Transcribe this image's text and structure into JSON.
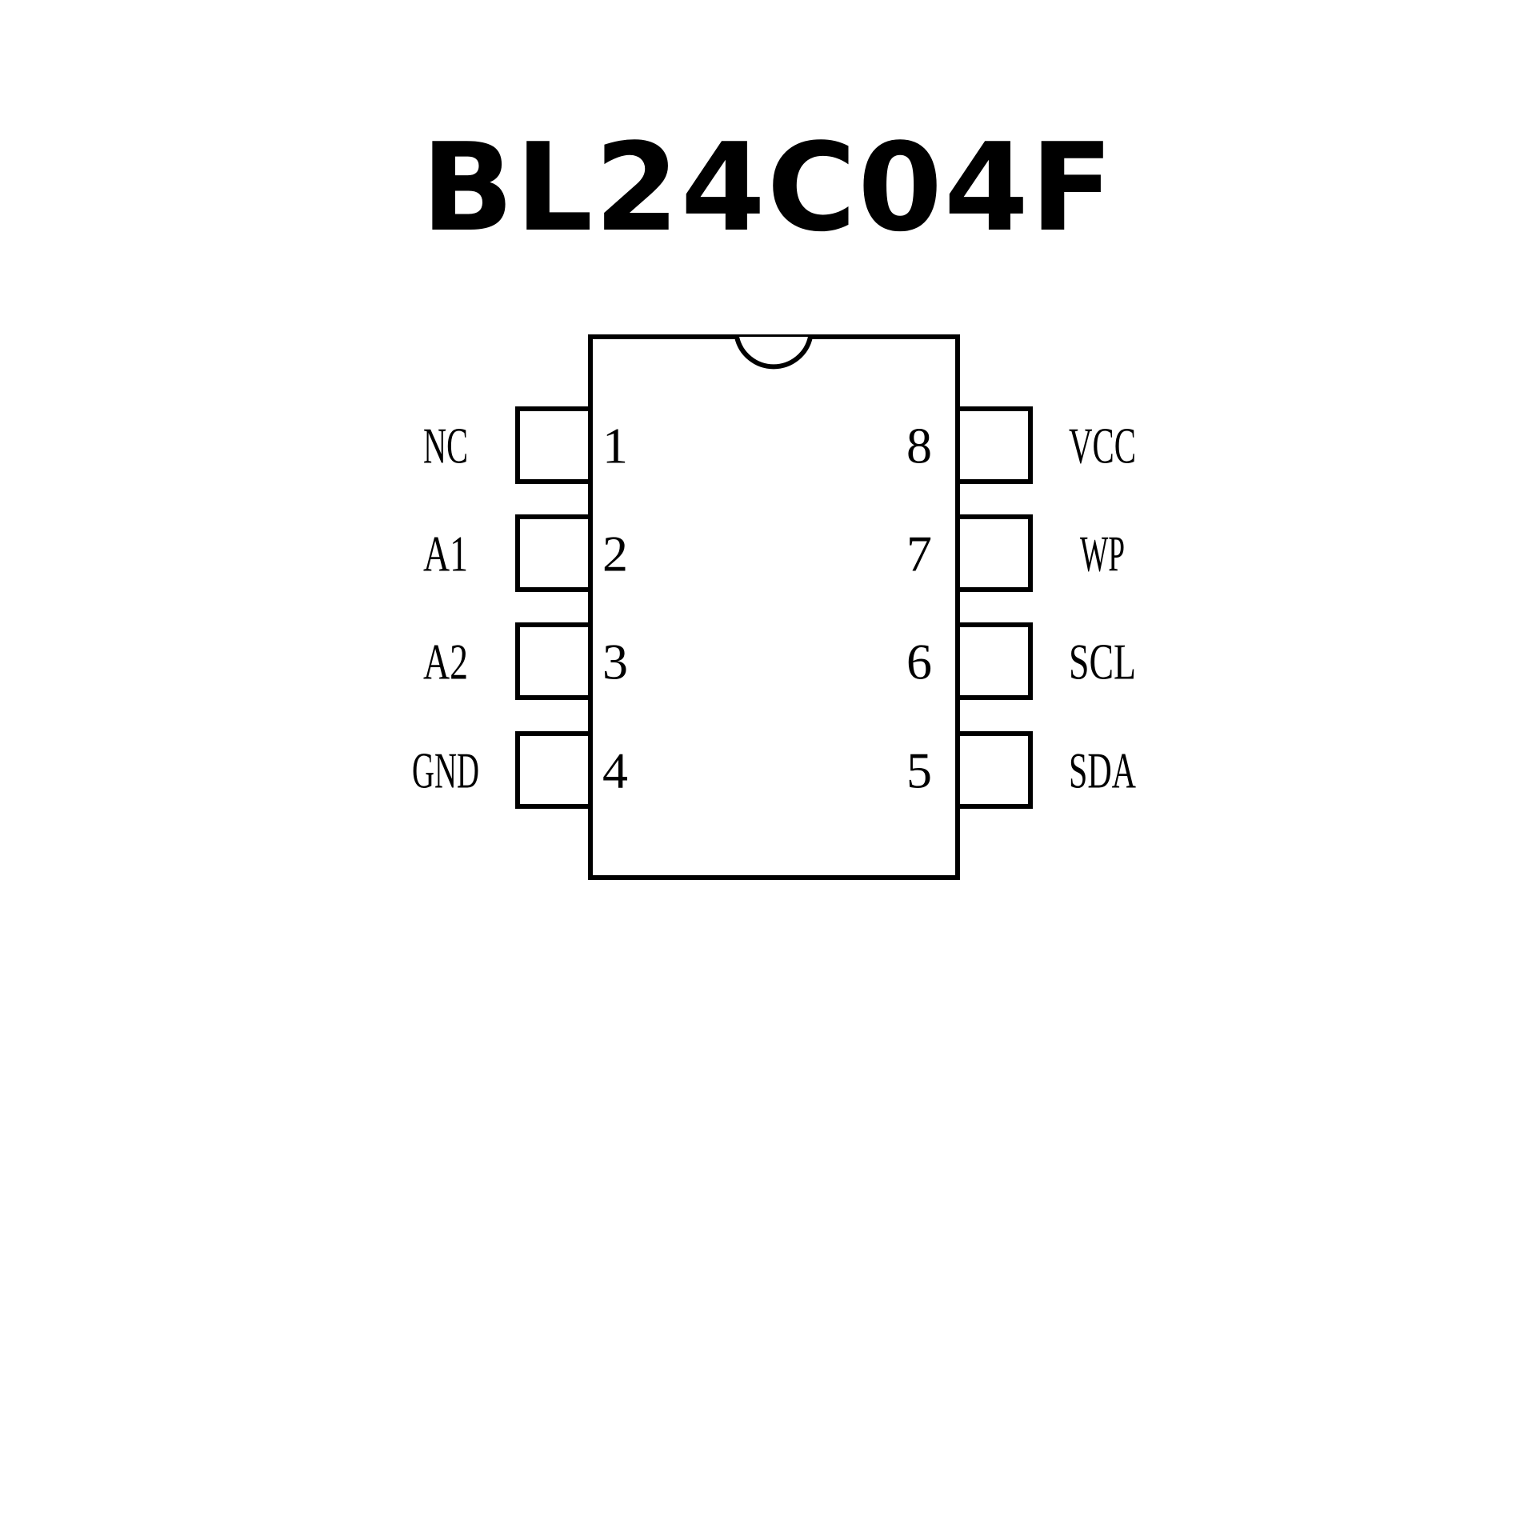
{
  "title": "BL24C04F",
  "pins": [
    {
      "number": "1",
      "name": "NC",
      "side": "left"
    },
    {
      "number": "2",
      "name": "A1",
      "side": "left"
    },
    {
      "number": "3",
      "name": "A2",
      "side": "left"
    },
    {
      "number": "4",
      "name": "GND",
      "side": "left"
    },
    {
      "number": "8",
      "name": "VCC",
      "side": "right"
    },
    {
      "number": "7",
      "name": "WP",
      "side": "right"
    },
    {
      "number": "6",
      "name": "SCL",
      "side": "right"
    },
    {
      "number": "5",
      "name": "SDA",
      "side": "right"
    }
  ],
  "colors": {
    "stroke": "#000000",
    "background": "#ffffff"
  }
}
